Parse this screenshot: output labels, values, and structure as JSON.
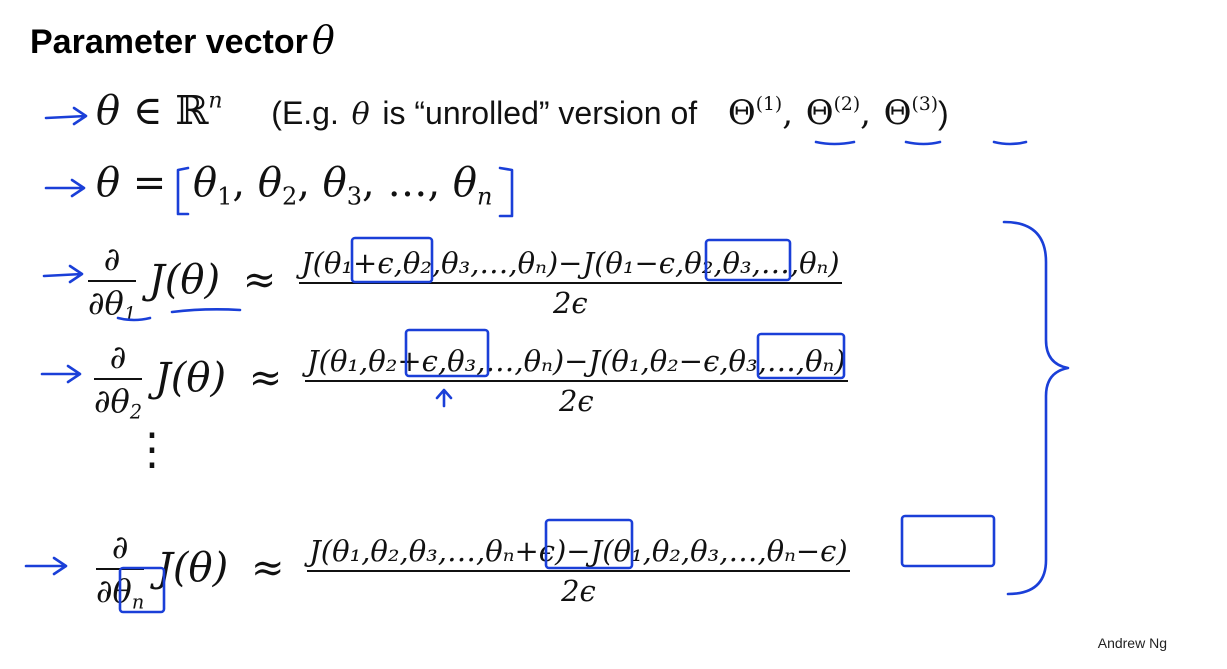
{
  "title": {
    "text": "Parameter vector",
    "symbol": "θ"
  },
  "line1": {
    "theta": "θ",
    "in": "∈",
    "R": "ℝ",
    "n": "n",
    "eg_open": "(E.g.",
    "theta2": "θ",
    "is_unrolled": "is “unrolled” version of",
    "Theta": "Θ",
    "s1": "(1)",
    "s2": "(2)",
    "s3": "(3)",
    "comma": ",",
    "close": ")"
  },
  "line2": {
    "lhs": "θ =",
    "t": "θ",
    "i1": "1",
    "i2": "2",
    "i3": "3",
    "dots": "…",
    "n": "n",
    "sep": ","
  },
  "derivs": [
    {
      "d": "∂",
      "dth": "∂θ",
      "idx": "1",
      "J": "J(θ)",
      "approx": "≈",
      "num": "J(θ₁+ϵ,θ₂,θ₃,…,θₙ)−J(θ₁−ϵ,θ₂,θ₃,…,θₙ)",
      "den": "2ϵ"
    },
    {
      "d": "∂",
      "dth": "∂θ",
      "idx": "2",
      "J": "J(θ)",
      "approx": "≈",
      "num": "J(θ₁,θ₂+ϵ,θ₃,…,θₙ)−J(θ₁,θ₂−ϵ,θ₃,…,θₙ)",
      "den": "2ϵ"
    },
    {
      "d": "∂",
      "dth": "∂θ",
      "idx": "n",
      "J": "J(θ)",
      "approx": "≈",
      "num": "J(θ₁,θ₂,θ₃,…,θₙ+ϵ)−J(θ₁,θ₂,θ₃,…,θₙ−ϵ)",
      "den": "2ϵ"
    }
  ],
  "vdots": "⋮",
  "signature": "Andrew Ng",
  "colors": {
    "ink": "#1a3fd8",
    "text": "#111111",
    "background": "#ffffff"
  }
}
